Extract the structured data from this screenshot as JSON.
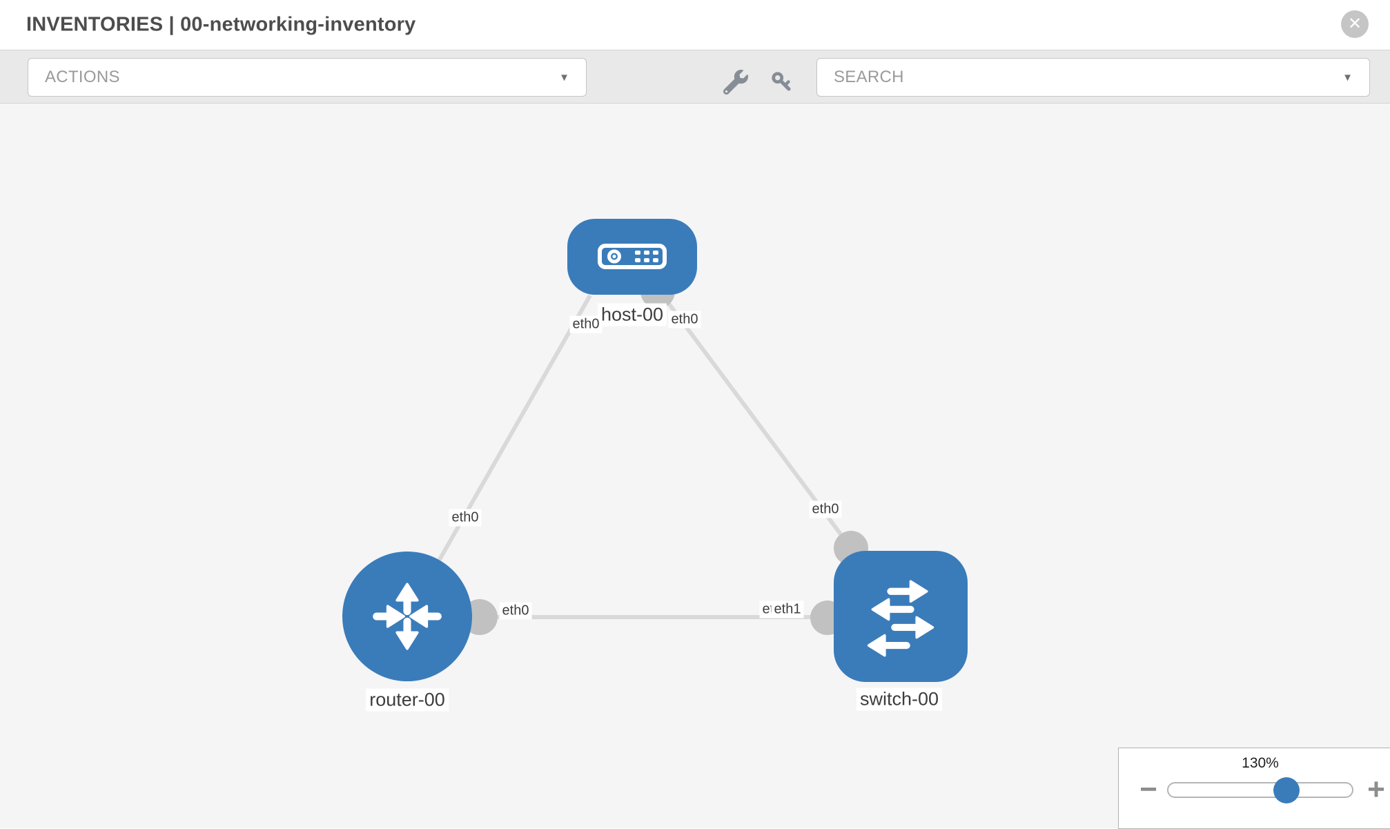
{
  "window": {
    "title": "INVENTORIES | 00-networking-inventory",
    "close_glyph": "✕"
  },
  "toolbar": {
    "actions_dropdown": {
      "label": "ACTIONS",
      "chevron": "▼"
    },
    "search_dropdown": {
      "label": "SEARCH",
      "chevron": "▼"
    },
    "icons": [
      "wrench-icon",
      "key-icon"
    ]
  },
  "topology": {
    "nodes": [
      {
        "label": "host-00",
        "type": "host",
        "shape": "rounded-rect",
        "color": "#3a7cba"
      },
      {
        "label": "router-00",
        "type": "router",
        "shape": "circle",
        "color": "#3a7cba"
      },
      {
        "label": "switch-00",
        "type": "switch",
        "shape": "rounded-square",
        "color": "#3a7cba"
      }
    ],
    "links": [
      {
        "from": "host-00",
        "from_port": "eth0",
        "to": "router-00",
        "to_port": "eth0"
      },
      {
        "from": "host-00",
        "from_port": "eth0",
        "to": "switch-00",
        "to_port": "eth0"
      },
      {
        "from": "router-00",
        "from_port": "eth0",
        "to": "switch-00",
        "to_port": "eth1"
      }
    ],
    "node_labels": {
      "host": "host-00",
      "router": "router-00",
      "switch": "switch-00"
    },
    "port_labels": {
      "host_router_at_host": "eth0",
      "host_router_at_router": "eth0",
      "host_switch_at_host": "eth0",
      "host_switch_at_switch": "eth0",
      "router_switch_at_router": "eth0",
      "router_switch_at_switch_hidden": "eth0",
      "router_switch_at_switch": "eth1"
    }
  },
  "zoom_control": {
    "level": "130%",
    "zoom_out_glyph": "−",
    "zoom_in_glyph": "+"
  },
  "colors": {
    "node_blue": "#3a7cba",
    "link_gray": "#d9d9d9",
    "port_dot_gray": "#c1c1c1",
    "canvas_bg": "#f5f5f6",
    "toolbar_bg": "#e9e9e9"
  }
}
